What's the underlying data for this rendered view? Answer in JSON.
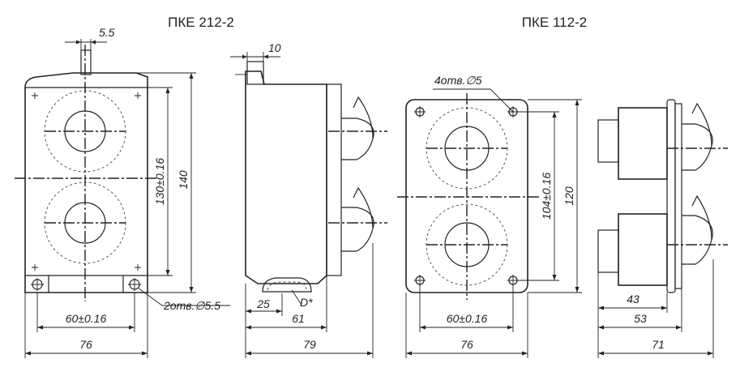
{
  "titles": {
    "left": "ПКЕ 212-2",
    "right": "ПКЕ 112-2"
  },
  "dims": {
    "pin_width": "5.5",
    "side_pin": "10",
    "h_130": "130±0.16",
    "h_140": "140",
    "holes_left": "2отв.∅5.5",
    "w_60_left": "60±0.16",
    "w_76_left": "76",
    "side_25": "25",
    "side_D": "D*",
    "side_61": "61",
    "side_79": "79",
    "holes_right": "4отв.∅5",
    "h_104": "104±0.16",
    "h_120": "120",
    "w_60_right": "60±0.16",
    "w_76_right": "76",
    "d_43": "43",
    "d_53": "53",
    "d_71": "71"
  }
}
